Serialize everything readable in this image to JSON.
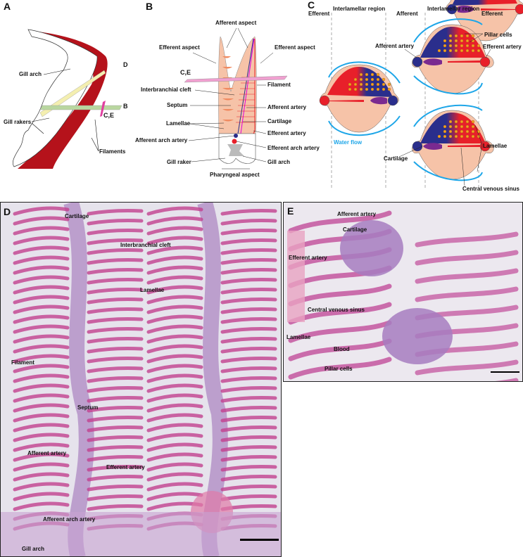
{
  "panels": {
    "A": {
      "letter": "A",
      "labels": {
        "gill_arch": "Gill arch",
        "d": "D",
        "b": "B",
        "ce": "C,E",
        "gill_rakers": "Gill rakers",
        "filaments": "Filaments"
      }
    },
    "B": {
      "letter": "B",
      "labels": {
        "afferent_aspect": "Afferent aspect",
        "efferent_aspect_left": "Efferent aspect",
        "efferent_aspect_right": "Efferent aspect",
        "ce": "C,E",
        "filament": "Filament",
        "interbranchial_cleft": "Interbranchial cleft",
        "septum": "Septum",
        "afferent_artery": "Afferent artery",
        "lamellae": "Lamellae",
        "cartilage": "Cartilage",
        "efferent_artery": "Efferent artery",
        "afferent_arch_artery": "Afferent arch artery",
        "efferent_arch_artery": "Efferent arch artery",
        "gill_raker": "Gill raker",
        "gill_arch": "Gill arch",
        "pharyngeal_aspect": "Pharyngeal aspect"
      }
    },
    "C": {
      "letter": "C",
      "labels": {
        "efferent_left": "Efferent",
        "interlamellar_left": "Interlamellar region",
        "afferent": "Afferent",
        "interlamellar_right": "Interlamellar region",
        "efferent_right": "Efferent",
        "pillar_cells": "Pillar cells",
        "afferent_artery": "Afferent artery",
        "efferent_artery": "Efferent artery",
        "water_flow": "Water flow",
        "lamellae": "Lamellae",
        "cartilage": "Cartilage",
        "central_venous_sinus": "Central venous sinus"
      }
    },
    "D": {
      "letter": "D",
      "labels": {
        "cartilage": "Cartilage",
        "interbranchial_cleft": "Interbranchial cleft",
        "lamellae": "Lamellae",
        "filament": "Filament",
        "septum": "Septum",
        "afferent_artery": "Afferent artery",
        "efferent_artery": "Efferent artery",
        "afferent_arch_artery": "Afferent arch artery",
        "gill_arch": "Gill arch"
      }
    },
    "E": {
      "letter": "E",
      "labels": {
        "afferent_artery": "Afferent artery",
        "cartilage": "Cartilage",
        "efferent_artery": "Efferent artery",
        "central_venous_sinus": "Central venous sinus",
        "lamellae": "Lamellae",
        "blood": "Blood",
        "pillar_cells": "Pillar cells"
      }
    }
  },
  "colors": {
    "filament_red": "#b5121b",
    "water_flow": "#1ea6e8",
    "afferent_blue": "#2a2e8c",
    "efferent_red": "#e8202a",
    "tissue": "#f6c3a8",
    "cartilage": "#7a2a90",
    "pillar": "#f5a020"
  }
}
